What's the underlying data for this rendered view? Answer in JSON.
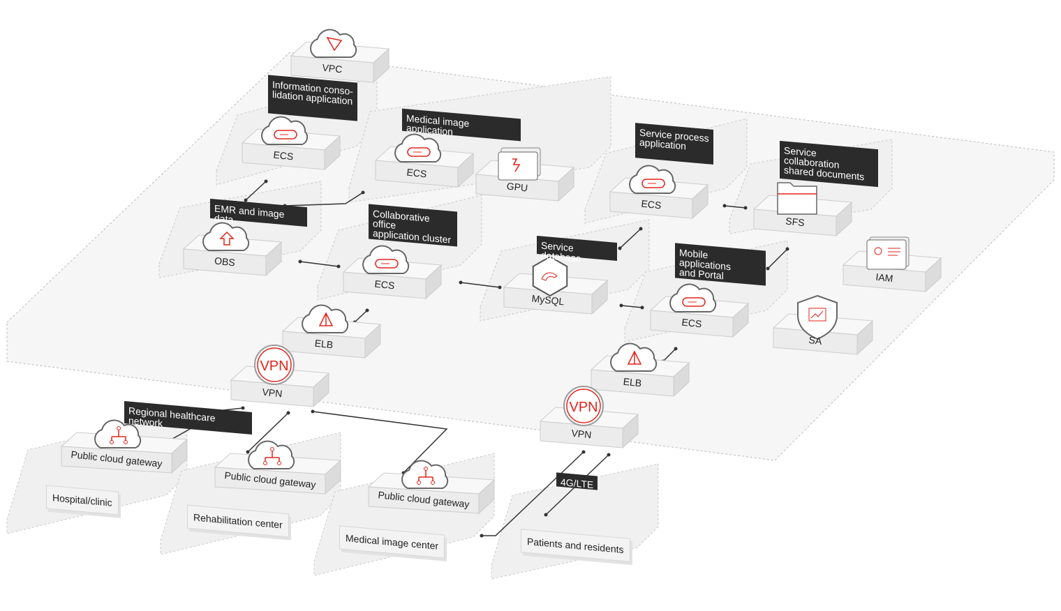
{
  "colors": {
    "accent": "#e2231a",
    "dark_label": "#2b2b2b",
    "box_front": "#ececec",
    "box_top": "#f7f7f7",
    "platform": "#f6f6f6"
  },
  "nodes": [
    {
      "label": "VPC",
      "icon": "vpc-icon"
    },
    {
      "label": "ECS",
      "icon": "ecs-icon"
    },
    {
      "label": "ECS",
      "icon": "ecs-icon"
    },
    {
      "label": "GPU",
      "icon": "gpu-icon"
    },
    {
      "label": "ECS",
      "icon": "ecs-icon"
    },
    {
      "label": "SFS",
      "icon": "folder-icon"
    },
    {
      "label": "OBS",
      "icon": "upload-icon"
    },
    {
      "label": "ECS",
      "icon": "ecs-icon"
    },
    {
      "label": "MySQL",
      "icon": "mysql-icon"
    },
    {
      "label": "ECS",
      "icon": "ecs-icon"
    },
    {
      "label": "IAM",
      "icon": "id-card-icon"
    },
    {
      "label": "SA",
      "icon": "shield-icon"
    },
    {
      "label": "ELB",
      "icon": "elb-icon"
    },
    {
      "label": "ELB",
      "icon": "elb-icon"
    },
    {
      "label": "VPN",
      "icon": "vpn-icon"
    },
    {
      "label": "VPN",
      "icon": "vpn-icon"
    },
    {
      "label": "Public cloud gateway",
      "icon": "gateway-icon"
    },
    {
      "label": "Public cloud gateway",
      "icon": "gateway-icon"
    },
    {
      "label": "Public cloud gateway",
      "icon": "gateway-icon"
    }
  ],
  "group_labels": [
    "Information conso-\nlidation application",
    "Medical image application",
    "Service process\napplication",
    "Service collaboration\nshared documents",
    "EMR and image data",
    "Collaborative office\napplication cluster",
    "Service database",
    "Mobile applications\nand Portal",
    "Regional healthcare network",
    "4G/LTE"
  ],
  "sites": [
    "Hospital/clinic",
    "Rehabilitation center",
    "Medical image center",
    "Patients and residents"
  ],
  "vpn_glyph": "VPN"
}
